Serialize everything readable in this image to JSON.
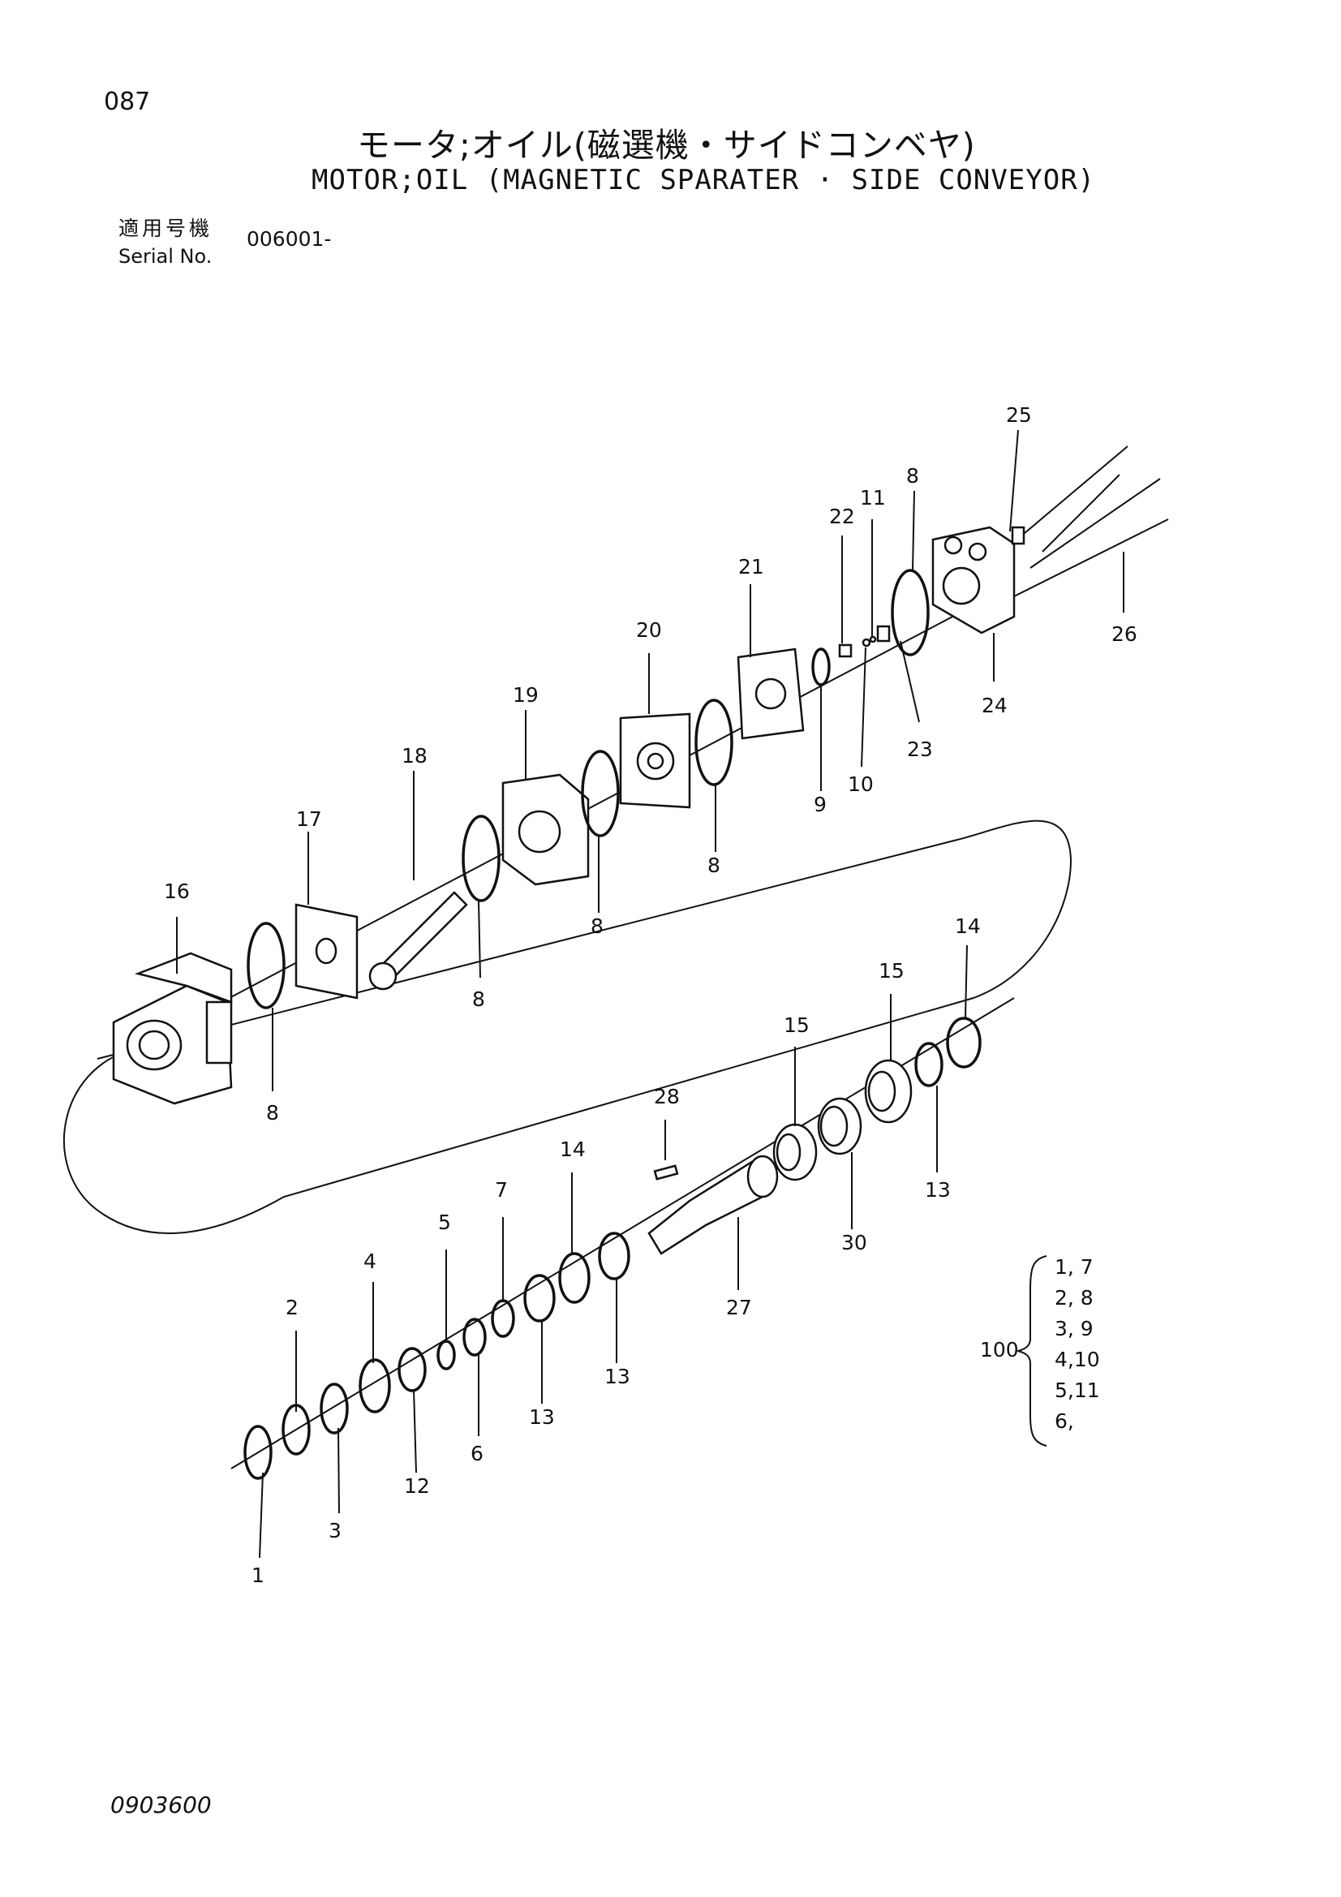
{
  "header": {
    "page_number": "087",
    "title_jp": "モータ;オイル(磁選機・サイドコンベヤ)",
    "title_en": "MOTOR;OIL (MAGNETIC SPARATER · SIDE CONVEYOR)",
    "serial_label_jp": "適用号機",
    "serial_label_en": "Serial No.",
    "serial_value": "006001-"
  },
  "callouts": [
    "1",
    "2",
    "3",
    "4",
    "5",
    "6",
    "7",
    "8",
    "9",
    "10",
    "11",
    "12",
    "13",
    "14",
    "15",
    "16",
    "17",
    "18",
    "19",
    "20",
    "21",
    "22",
    "23",
    "24",
    "25",
    "26",
    "27",
    "28",
    "30"
  ],
  "kit": {
    "number": "100",
    "items": [
      "1, 7",
      "2, 8",
      "3, 9",
      "4,10",
      "5,11",
      "6,"
    ]
  },
  "footer": {
    "doc_number": "0903600"
  }
}
